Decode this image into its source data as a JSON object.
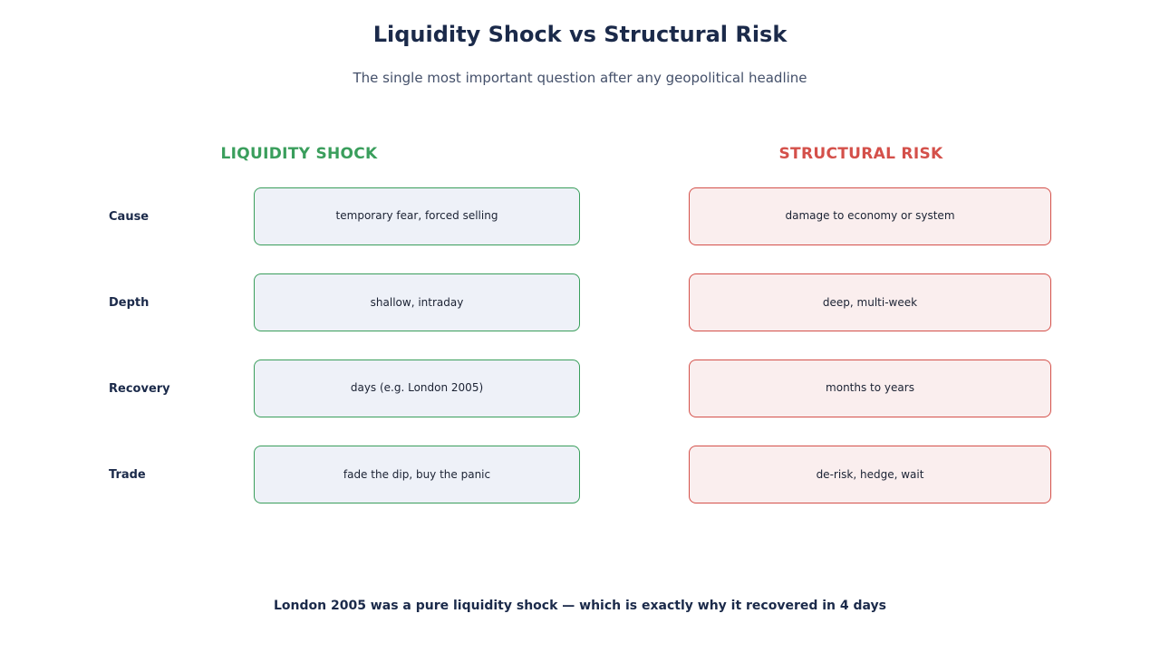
{
  "title": "Liquidity Shock vs Structural Risk",
  "subtitle": "The single most important question after any geopolitical headline",
  "colors": {
    "liquidity_accent": "#3a9e5c",
    "liquidity_fill": "#eef1f8",
    "structural_accent": "#d4504a",
    "structural_fill": "#faeeee"
  },
  "columns": {
    "liquidity": "LIQUIDITY SHOCK",
    "structural": "STRUCTURAL RISK"
  },
  "rows": [
    {
      "label": "Cause",
      "liquidity": "temporary fear, forced selling",
      "structural": "damage to economy or system"
    },
    {
      "label": "Depth",
      "liquidity": "shallow, intraday",
      "structural": "deep, multi-week"
    },
    {
      "label": "Recovery",
      "liquidity": "days (e.g. London 2005)",
      "structural": "months to years"
    },
    {
      "label": "Trade",
      "liquidity": "fade the dip, buy the panic",
      "structural": "de-risk, hedge, wait"
    }
  ],
  "footer": "London 2005 was a pure liquidity shock — which is exactly why it recovered in 4 days"
}
